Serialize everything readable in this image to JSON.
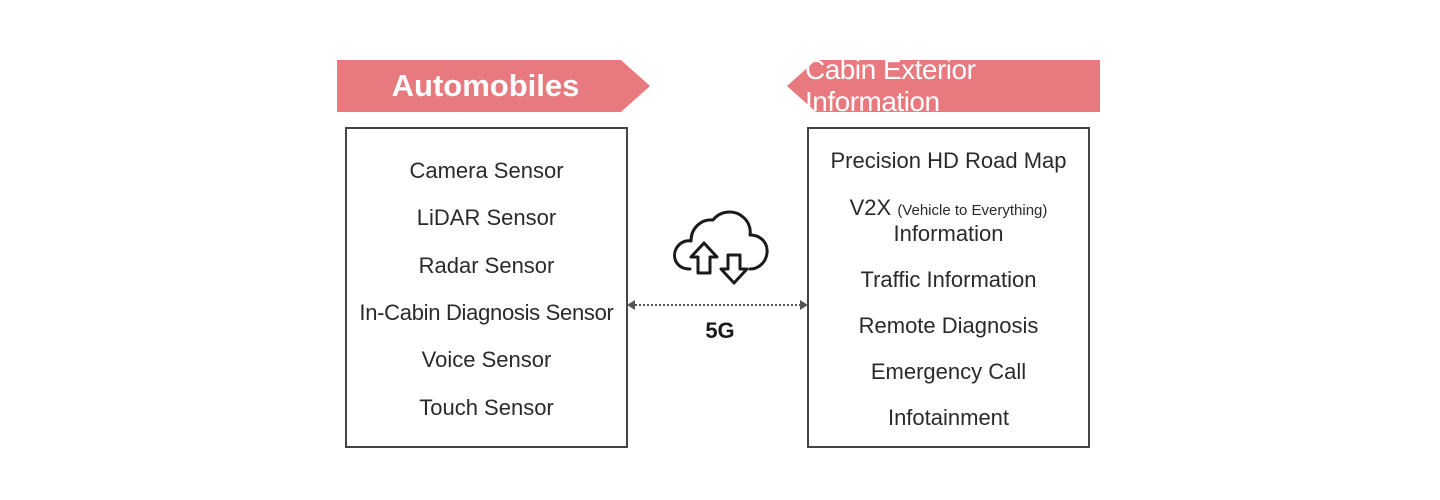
{
  "colors": {
    "banner": "#e87a7f",
    "border": "#444444",
    "text": "#2a2a2a"
  },
  "left_panel": {
    "title": "Automobiles",
    "items": [
      "Camera Sensor",
      "LiDAR Sensor",
      "Radar Sensor",
      "In-Cabin Diagnosis Sensor",
      "Voice Sensor",
      "Touch Sensor"
    ]
  },
  "right_panel": {
    "title": "Cabin Exterior Information",
    "items": {
      "hd_map": "Precision HD Road Map",
      "v2x_main": "V2X",
      "v2x_note": "(Vehicle to Everything)",
      "v2x_suffix": "Information",
      "traffic": "Traffic Information",
      "remote": "Remote Diagnosis",
      "emergency": "Emergency Call",
      "infotainment": "Infotainment"
    }
  },
  "connection": {
    "label": "5G",
    "icon": "cloud-upload-download-icon"
  }
}
